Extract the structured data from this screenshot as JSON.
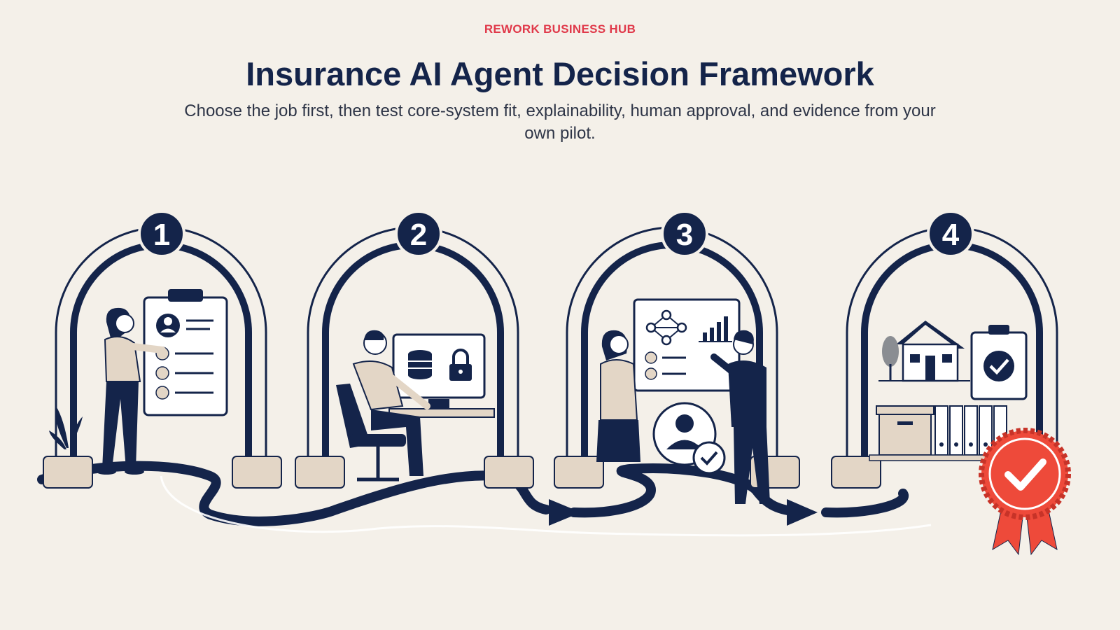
{
  "header": {
    "brand": "REWORK BUSINESS HUB",
    "title": "Insurance AI Agent Decision Framework",
    "subtitle": "Choose the job first, then test core-system fit, explainability, human approval, and evidence from your own pilot."
  },
  "steps": [
    {
      "number": "1"
    },
    {
      "number": "2"
    },
    {
      "number": "3"
    },
    {
      "number": "4"
    }
  ],
  "colors": {
    "navy": "#14244a",
    "accent": "#e0394a",
    "beige": "#e3d6c6",
    "background": "#f4f0e9",
    "seal": "#ee4a3a"
  }
}
